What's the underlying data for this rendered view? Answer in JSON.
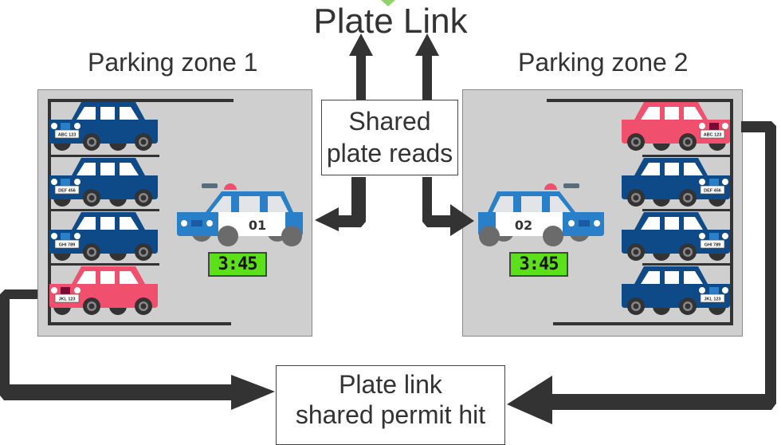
{
  "title": "Plate Link",
  "hub_box": {
    "line1": "Shared",
    "line2": "plate reads"
  },
  "bottom_box": {
    "line1": "Plate link",
    "line2": "shared permit hit"
  },
  "zones": [
    {
      "label": "Parking zone 1",
      "cars": [
        {
          "plate": "ABC 123",
          "color": "blue"
        },
        {
          "plate": "DEF 456",
          "color": "blue"
        },
        {
          "plate": "GHI 789",
          "color": "blue"
        },
        {
          "plate": "JKL 123",
          "color": "pink"
        }
      ],
      "patrol": {
        "number": "01",
        "timer": "3:45"
      }
    },
    {
      "label": "Parking zone 2",
      "cars": [
        {
          "plate": "ABC 123",
          "color": "pink"
        },
        {
          "plate": "DEF 456",
          "color": "blue"
        },
        {
          "plate": "GHI 789",
          "color": "blue"
        },
        {
          "plate": "JKL 123",
          "color": "blue"
        }
      ],
      "patrol": {
        "number": "02",
        "timer": "3:45"
      }
    }
  ],
  "colors": {
    "car_blue": "#0d4a87",
    "car_pink": "#f0506e",
    "police_blue": "#2a80c8",
    "lcd_green": "#5ce01a",
    "arrow": "#333333",
    "zone_bg": "#cfcfcf",
    "accent_green": "#8fd16a"
  }
}
